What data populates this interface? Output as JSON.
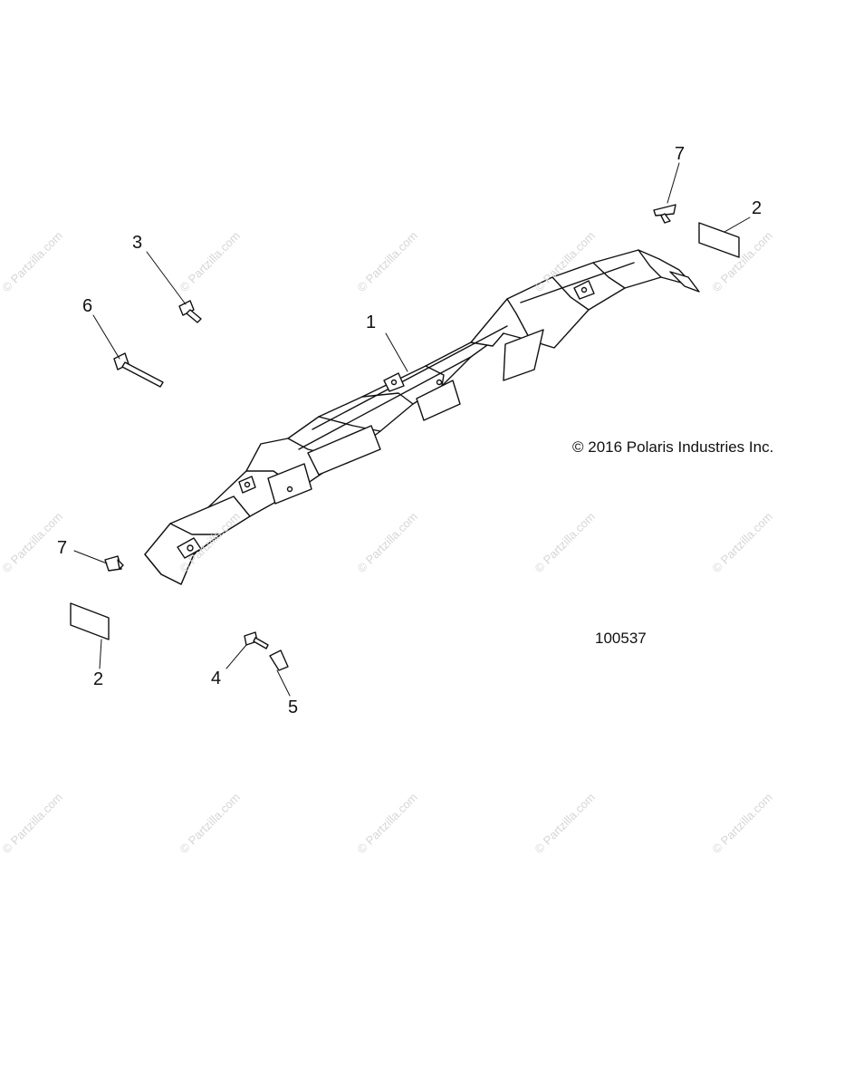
{
  "watermark": "© Partzilla.com",
  "copyright": "© 2016 Polaris Industries Inc.",
  "diagram_number": "100537",
  "callouts": {
    "c1": "1",
    "c2_right": "2",
    "c2_left": "2",
    "c3": "3",
    "c4": "4",
    "c5": "5",
    "c6": "6",
    "c7_top": "7",
    "c7_left": "7"
  }
}
